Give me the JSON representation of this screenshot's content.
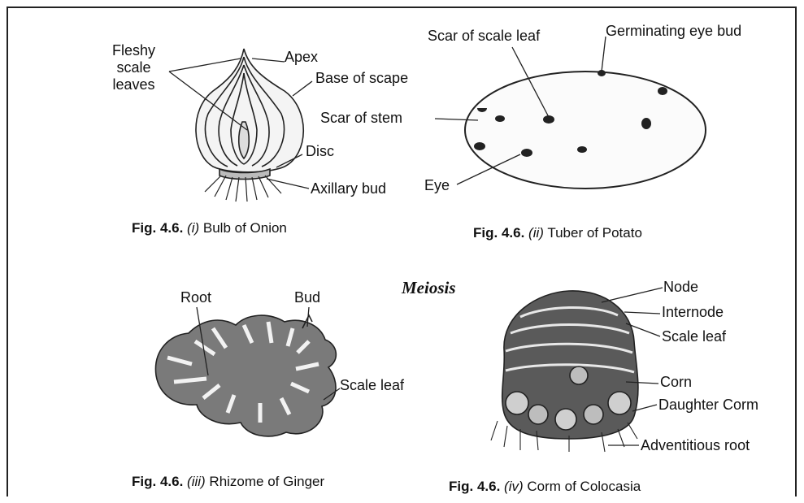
{
  "onion": {
    "labels": {
      "fleshy_scale_leaves": "Fleshy\nscale\nleaves",
      "apex": "Apex",
      "base_of_scape": "Base of scape",
      "disc": "Disc",
      "axillary_bud": "Axillary bud"
    },
    "caption": {
      "fig": "Fig. 4.6.",
      "num": "(i)",
      "text": "Bulb of Onion"
    }
  },
  "potato": {
    "labels": {
      "scar_of_scale_leaf": "Scar of scale leaf",
      "germinating_eye_bud": "Germinating eye bud",
      "scar_of_stem": "Scar of stem",
      "eye": "Eye"
    },
    "caption": {
      "fig": "Fig. 4.6.",
      "num": "(ii)",
      "text": "Tuber of Potato"
    }
  },
  "center_title": "Meiosis",
  "ginger": {
    "labels": {
      "root": "Root",
      "bud": "Bud",
      "scale_leaf": "Scale leaf"
    },
    "caption": {
      "fig": "Fig. 4.6.",
      "num": "(iii)",
      "text": "Rhizome of Ginger"
    }
  },
  "colocasia": {
    "labels": {
      "node": "Node",
      "internode": "Internode",
      "scale_leaf": "Scale leaf",
      "corn": "Corn",
      "daughter_corm": "Daughter Corm",
      "adventitious_root": "Adventitious root"
    },
    "caption": {
      "fig": "Fig. 4.6.",
      "num": "(iv)",
      "text": "Corm of Colocasia"
    }
  }
}
